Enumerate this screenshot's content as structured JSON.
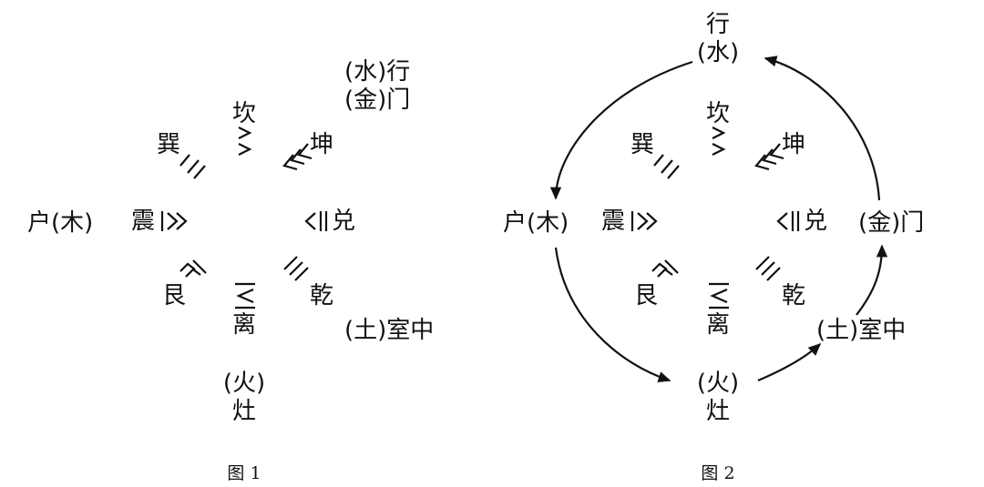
{
  "fig1": {
    "caption": "图 1",
    "water": "(水)行",
    "metal": "(金)门",
    "wood": "户(木)",
    "earth": "(土)室中",
    "fire1": "(火)",
    "fire2": "灶",
    "kan": "坎",
    "xun": "巽",
    "kun": "坤",
    "zhen": "震",
    "dui": "兑",
    "gen": "艮",
    "li": "离",
    "qian": "乾"
  },
  "fig2": {
    "caption": "图 2",
    "water1": "行",
    "water2": "(水)",
    "metal": "(金)门",
    "wood": "户(木)",
    "earth": "(土)室中",
    "fire1": "(火)",
    "fire2": "灶",
    "kan": "坎",
    "xun": "巽",
    "kun": "坤",
    "zhen": "震",
    "dui": "兑",
    "gen": "艮",
    "li": "离",
    "qian": "乾"
  }
}
